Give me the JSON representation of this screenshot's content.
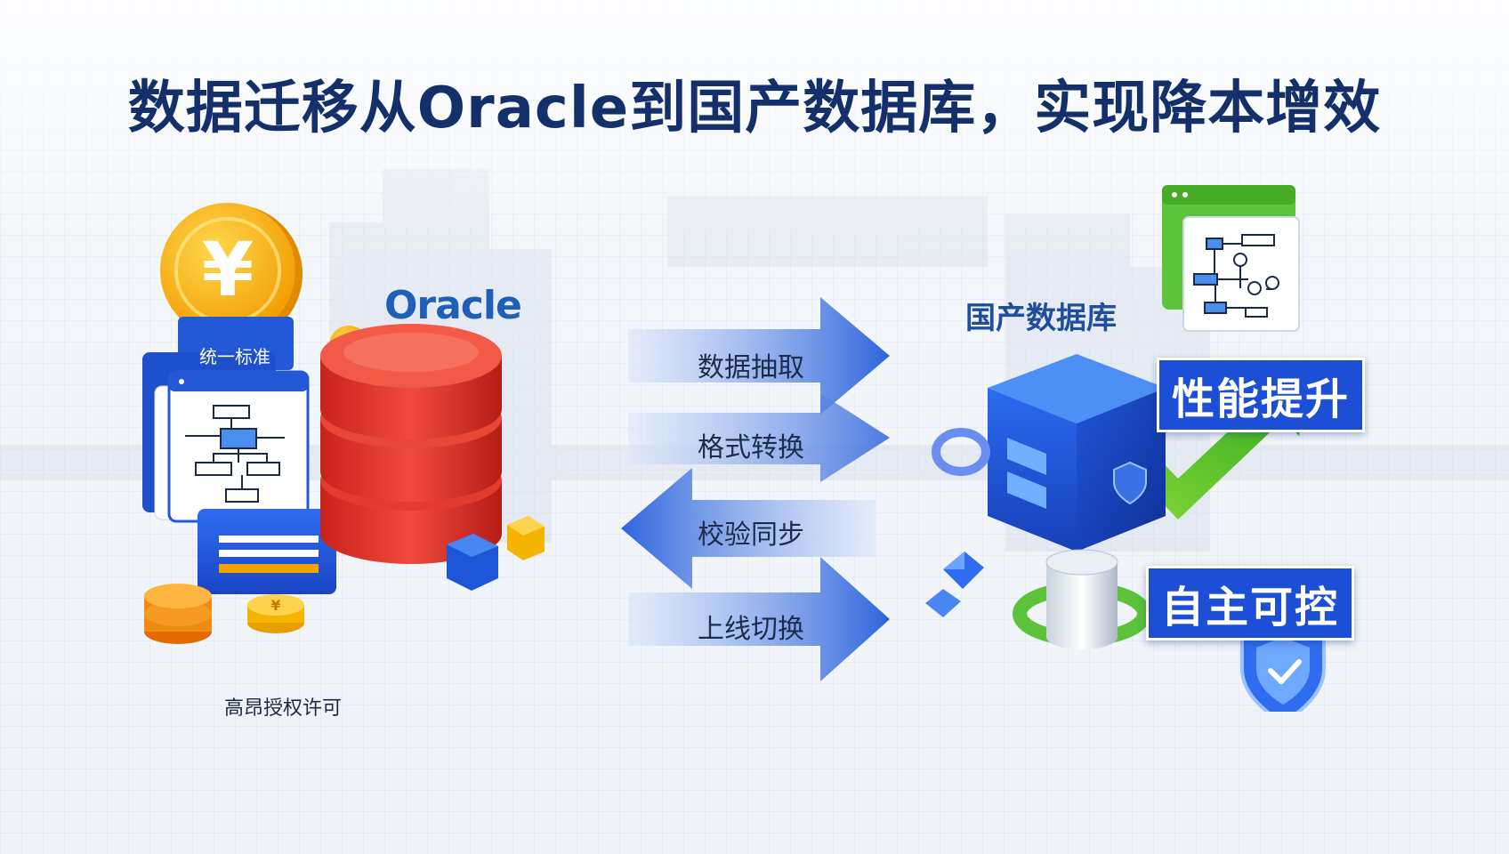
{
  "title": "数据迁移从Oracle到国产数据库，实现降本增效",
  "source": {
    "logo_text": "Oracle",
    "doc_tag": "统一标准",
    "license_label": "高昂授权许可",
    "icons": [
      "yuan-coin-icon",
      "flowchart-window-icon",
      "red-database-icon",
      "coin-stack-icon"
    ]
  },
  "process_steps": [
    {
      "label": "数据抽取",
      "direction": "right"
    },
    {
      "label": "格式转换",
      "direction": "right"
    },
    {
      "label": "校验同步",
      "direction": "left"
    },
    {
      "label": "上线切换",
      "direction": "right"
    }
  ],
  "target": {
    "label": "国产数据库",
    "features": [
      "性能提升",
      "自主可控"
    ],
    "icons": [
      "blue-cube-server-icon",
      "cylinder-storage-icon",
      "green-trend-arrow-icon",
      "shield-check-icon",
      "architecture-window-icon"
    ]
  },
  "colors": {
    "title": "#14306b",
    "accent_blue": "#1d4fd6",
    "oracle_red": "#d93226",
    "growth_green": "#3dbb2a",
    "coin_gold": "#f5b400"
  }
}
